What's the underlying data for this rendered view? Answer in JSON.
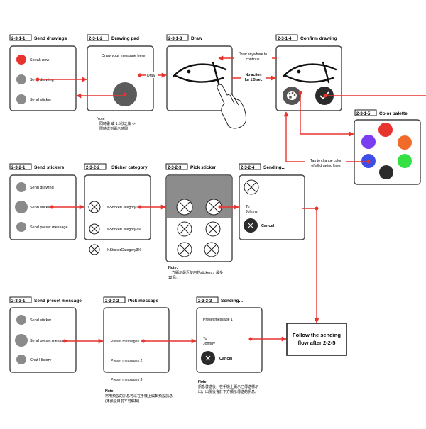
{
  "s1": {
    "f1": {
      "id": "2-3-1-1",
      "title": "Send drawings",
      "items": [
        "Speak now",
        "Send drawing",
        "Send sticker"
      ]
    },
    "f2": {
      "id": "2-3-1-2",
      "title": "Drawing pad",
      "hint": "Draw your message here",
      "note_label": "Note",
      "note_text1": "同時畫 或 1.5秒之後 ->",
      "note_text2": "限時送到顯示時間"
    },
    "f3": {
      "id": "2-3-1-3",
      "title": "Draw",
      "draw_label": "Draw",
      "anywhere_label1": "Draw anywhere to",
      "anywhere_label2": "continue",
      "noaction_label1": "No action",
      "noaction_label2": "for 1.5 sec"
    },
    "f4": {
      "id": "2-3-1-4",
      "title": "Confirm drawing",
      "tap_label1": "Tap to change color",
      "tap_label2": "of all drawing lines"
    },
    "f5": {
      "id": "2-3-1-5",
      "title": "Color palette"
    }
  },
  "s2": {
    "f1": {
      "id": "2-3-2-1",
      "title": "Send stickers",
      "items": [
        "Send drawing",
        "Send sticker",
        "Send preset message"
      ]
    },
    "f2": {
      "id": "2-3-2-2",
      "title": "Sticker category",
      "items": [
        "%StickerCategory1%",
        "%StickerCategory2%",
        "%StickerCategory3%"
      ]
    },
    "f3": {
      "id": "2-3-2-3",
      "title": "Pick sticker",
      "note_label": "Note:",
      "note_text1": "上方顯示最近使用的stickers，最多",
      "note_text2": "12個。"
    },
    "f4": {
      "id": "2-3-2-4",
      "title": "Sending...",
      "to_label": "To",
      "to_name": "Johnny",
      "cancel": "Cancel"
    }
  },
  "s3": {
    "f1": {
      "id": "2-3-3-1",
      "title": "Send preset message",
      "items": [
        "Send sticker",
        "Send preset message",
        "Chat History"
      ]
    },
    "f2": {
      "id": "2-3-3-2",
      "title": "Pick message",
      "items": [
        "Preset messages 1",
        "Preset messages 2",
        "Preset messages 3"
      ],
      "note_label": "Note:",
      "note_text1": "常用預設的訊息可以在手機上編輯預設訊息",
      "note_text2": "(本預設目前不可編輯)"
    },
    "f3": {
      "id": "2-3-3-3",
      "title": "Sending...",
      "message": "Preset message 1",
      "to_label": "To",
      "to_name": "Johnny",
      "cancel": "Cancel",
      "note_label": "Note:",
      "note_text1": "訊息發送後，在手機上顯示已傳送標示",
      "note_text2": "出，出現後會於下方顯示傳送的訊息。"
    }
  },
  "follow": {
    "line1": "Follow the sending",
    "line2": "flow after 2-2-5"
  },
  "colors": {
    "accent": "#e8342f",
    "palette": [
      "#e8342f",
      "#f06a2a",
      "#34e043",
      "#2b2b2b",
      "#3d4fe6",
      "#7b3df0"
    ]
  }
}
